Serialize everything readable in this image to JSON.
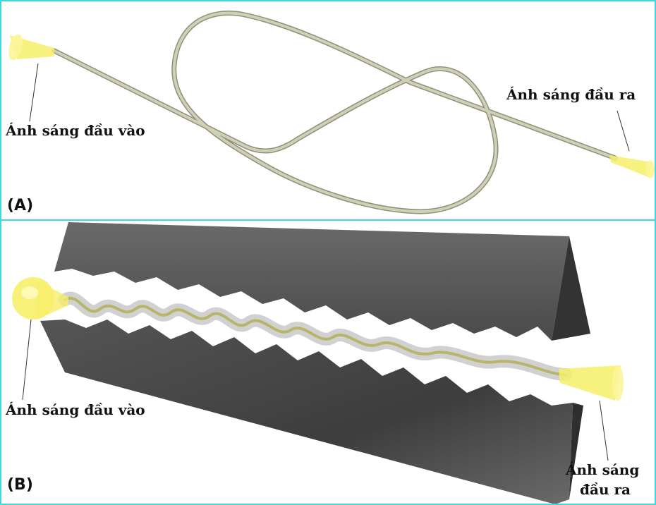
{
  "panel_a": {
    "panel_label": "(A)",
    "input_label": "Ánh sáng đầu vào",
    "output_label": "Ánh sáng đầu ra"
  },
  "panel_b": {
    "panel_label": "(B)",
    "input_label": "Ánh sáng đầu vào",
    "output_label_line1": "Ánh sáng",
    "output_label_line2": "đầu ra"
  },
  "colors": {
    "frame": "#3fd6e0",
    "fiber": "#b5b69a",
    "cone": "#f6ee6a",
    "plate": "#4a4a4a"
  }
}
